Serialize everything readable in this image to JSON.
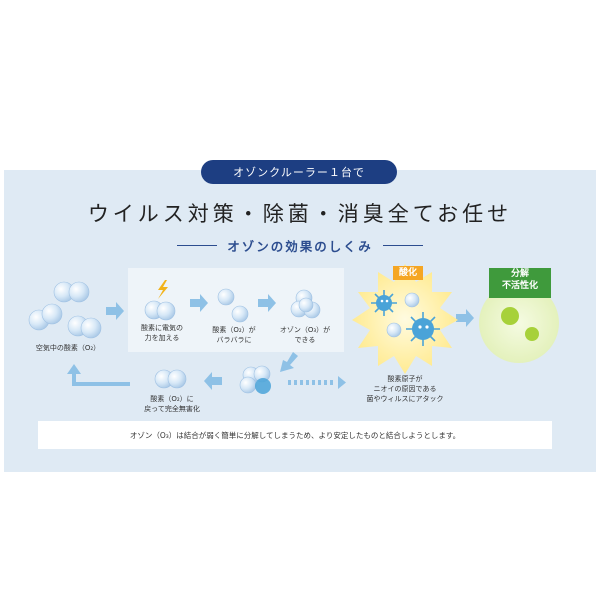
{
  "badge": "オゾンクルーラー１台で",
  "title": "ウイルス対策・除菌・消臭全てお任せ",
  "subtitle": "オゾンの効果のしくみ",
  "captions": {
    "oxygen_in_air": "空気中の酸素（O₂）",
    "add_electric_line1": "酸素に電気の",
    "add_electric_line2": "力を加える",
    "split_line1": "酸素（O₂）が",
    "split_line2": "バラバラに",
    "ozone_line1": "オゾン（O₃）が",
    "ozone_line2": "できる",
    "attack_line1": "酸素原子が",
    "attack_line2": "ニオイの原因である",
    "attack_line3": "菌やウィルスにアタック",
    "return_line1": "酸素（O₂）に",
    "return_line2": "戻って完全無害化"
  },
  "tags": {
    "oxidation": "酸化",
    "decompose_line1": "分解",
    "decompose_line2": "不活性化"
  },
  "note": "オゾン（O₃）は結合が弱く簡単に分解してしまうため、より安定したものと結合しようとします。",
  "colors": {
    "navy": "#1d3e82",
    "panel": "#dfeaf4",
    "orange_tag": "#f5a623",
    "green_tag": "#3f9a3c",
    "arrow": "#8ec1e6",
    "burst": "#fff1a8",
    "germ": "#4aa3d8",
    "green_glow": "#eaf5c8",
    "green_germ": "#a7d13a"
  }
}
